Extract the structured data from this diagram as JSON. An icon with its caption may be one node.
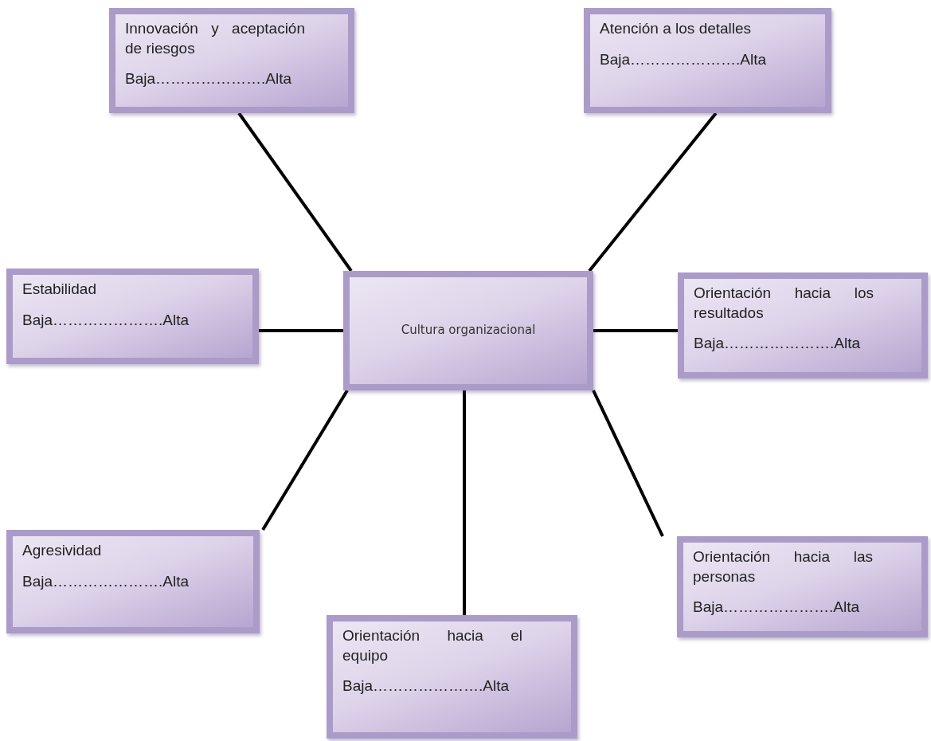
{
  "diagram": {
    "nodes": [
      {
        "text": [
          "Innovación y aceptación de riesgos",
          "Baja………………….Alta"
        ]
      },
      {
        "text": [
          "Atención a los detalles",
          "Baja………………….Alta"
        ]
      },
      {
        "text": [
          "Estabilidad",
          "Baja………………….Alta"
        ]
      },
      {
        "text": [
          "Cultura organizacional"
        ]
      },
      {
        "text": [
          "Orientación hacia los resultados",
          "Baja………………….Alta"
        ]
      },
      {
        "text": [
          "Agresividad",
          "Baja………………….Alta"
        ]
      },
      {
        "text": [
          "Orientación hacia las personas",
          "Baja………………….Alta"
        ]
      },
      {
        "text": [
          "Orientación hacia el equipo",
          "Baja………………….Alta"
        ]
      }
    ],
    "edges": [
      {
        "from": 0,
        "to": 3,
        "arrow": "none"
      },
      {
        "from": 1,
        "to": 3,
        "arrow": "none"
      },
      {
        "from": 2,
        "to": 3,
        "arrow": "none"
      },
      {
        "from": 4,
        "to": 3,
        "arrow": "none"
      },
      {
        "from": 5,
        "to": 3,
        "arrow": "none"
      },
      {
        "from": 6,
        "to": 3,
        "arrow": "none"
      },
      {
        "from": 7,
        "to": 3,
        "arrow": "none"
      }
    ]
  }
}
